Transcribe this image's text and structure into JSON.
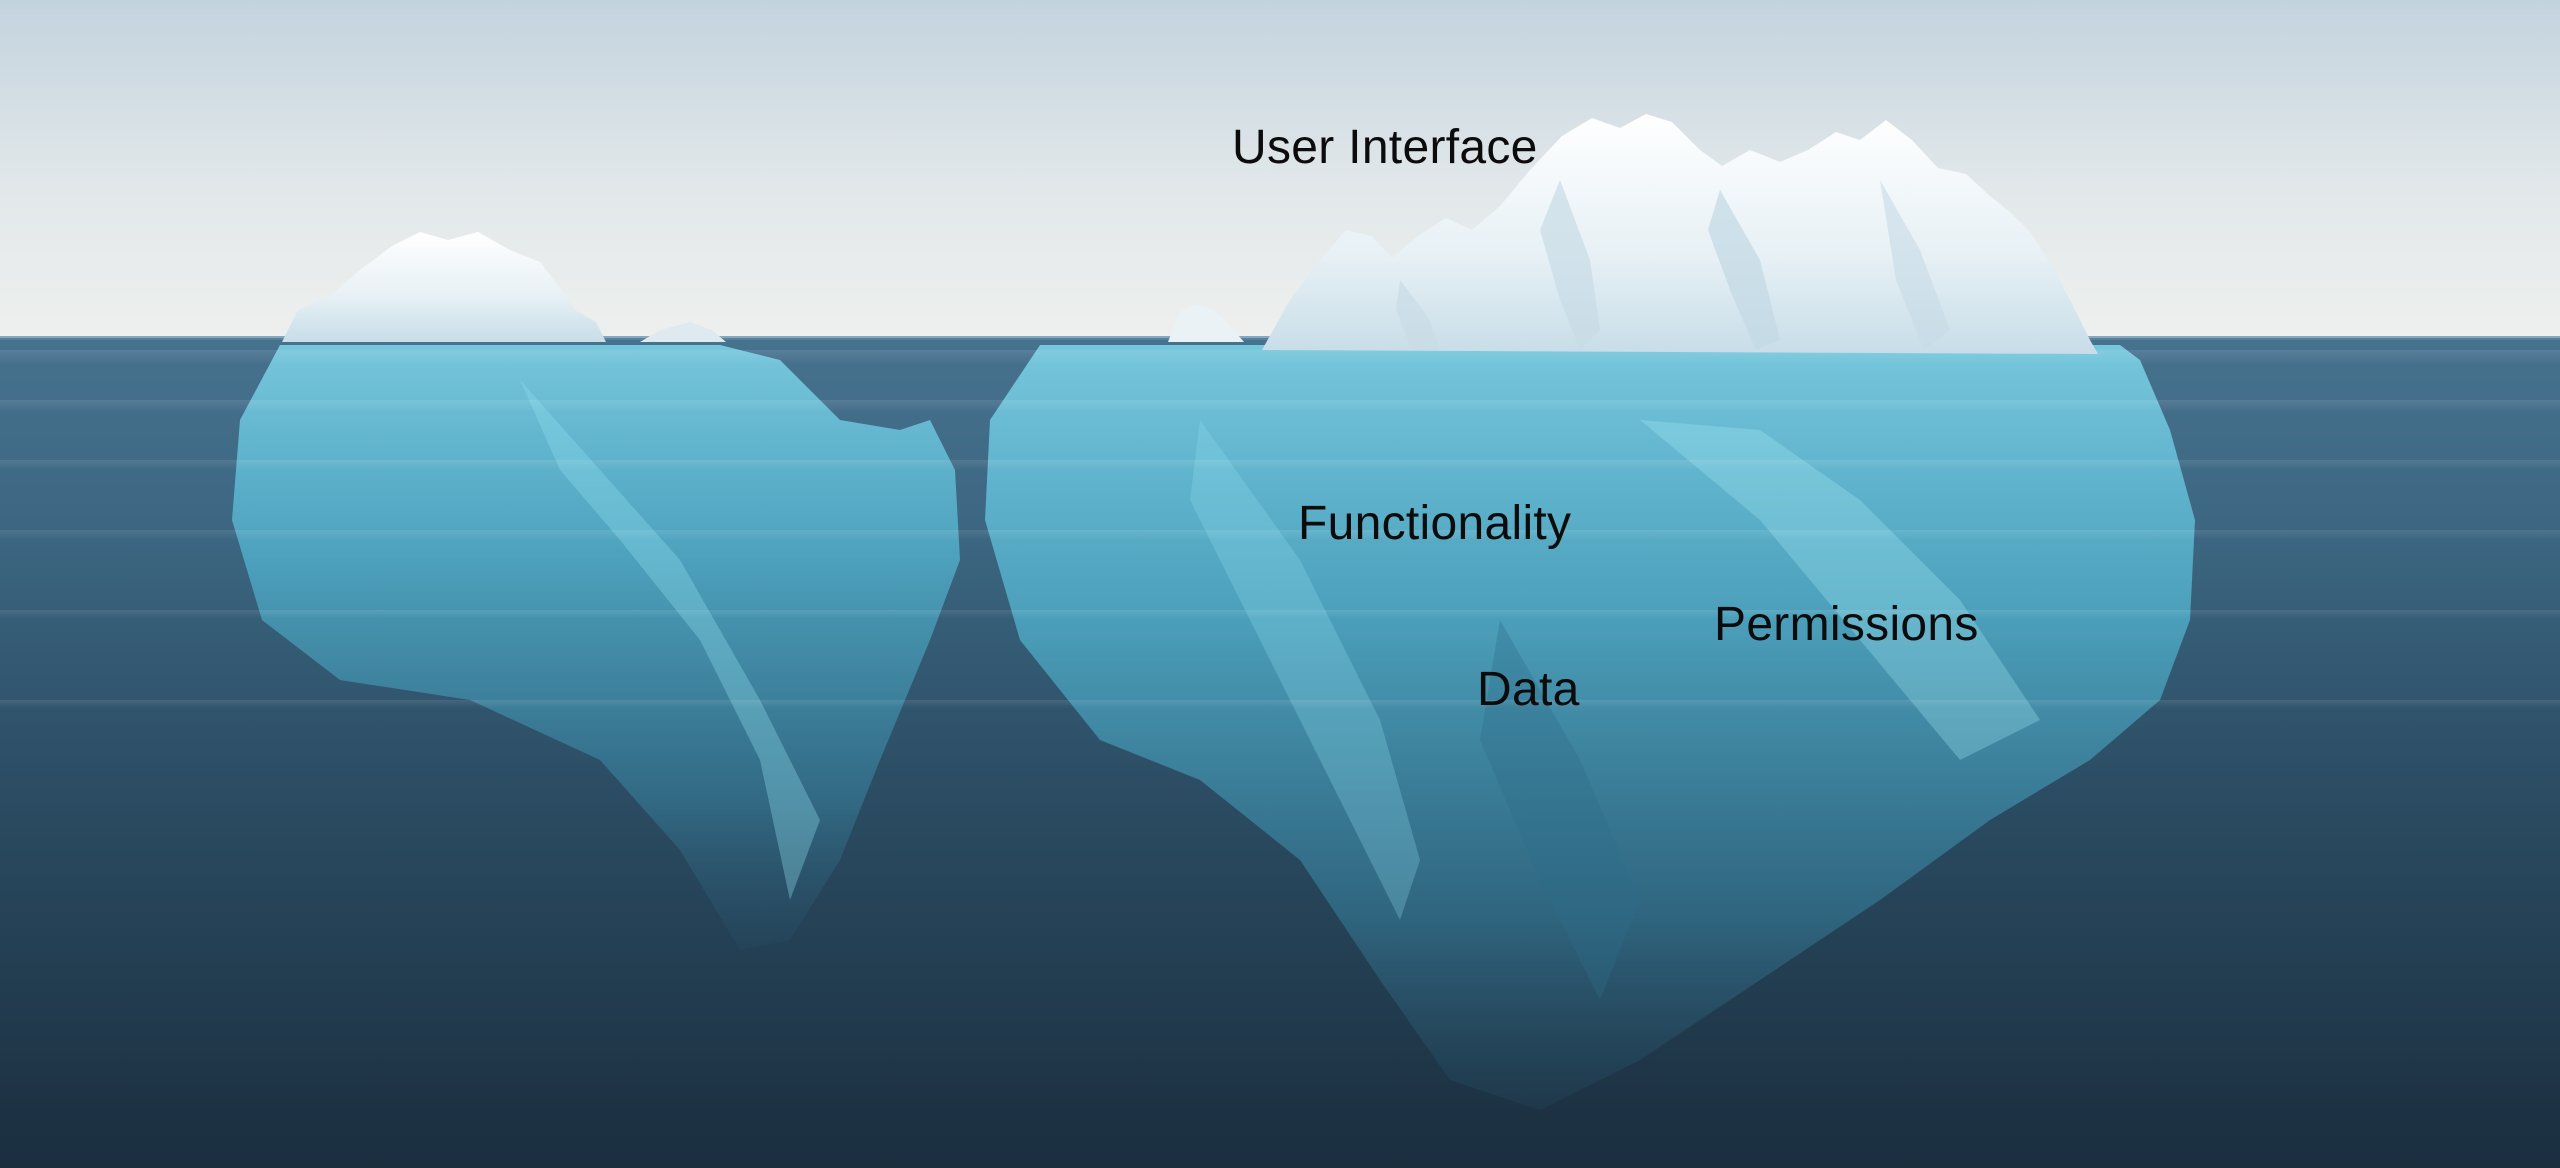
{
  "image": {
    "subject": "iceberg-diagram",
    "colors": {
      "sky_top": "#c9d8e2",
      "sky_bottom": "#eef1f1",
      "water_surface": "#4a7896",
      "water_deep": "#1b2f40",
      "ice_above": "#f2f7fa",
      "ice_below": "#5ec4de"
    }
  },
  "labels": {
    "user_interface": "User Interface",
    "functionality": "Functionality",
    "permissions": "Permissions",
    "data": "Data"
  }
}
